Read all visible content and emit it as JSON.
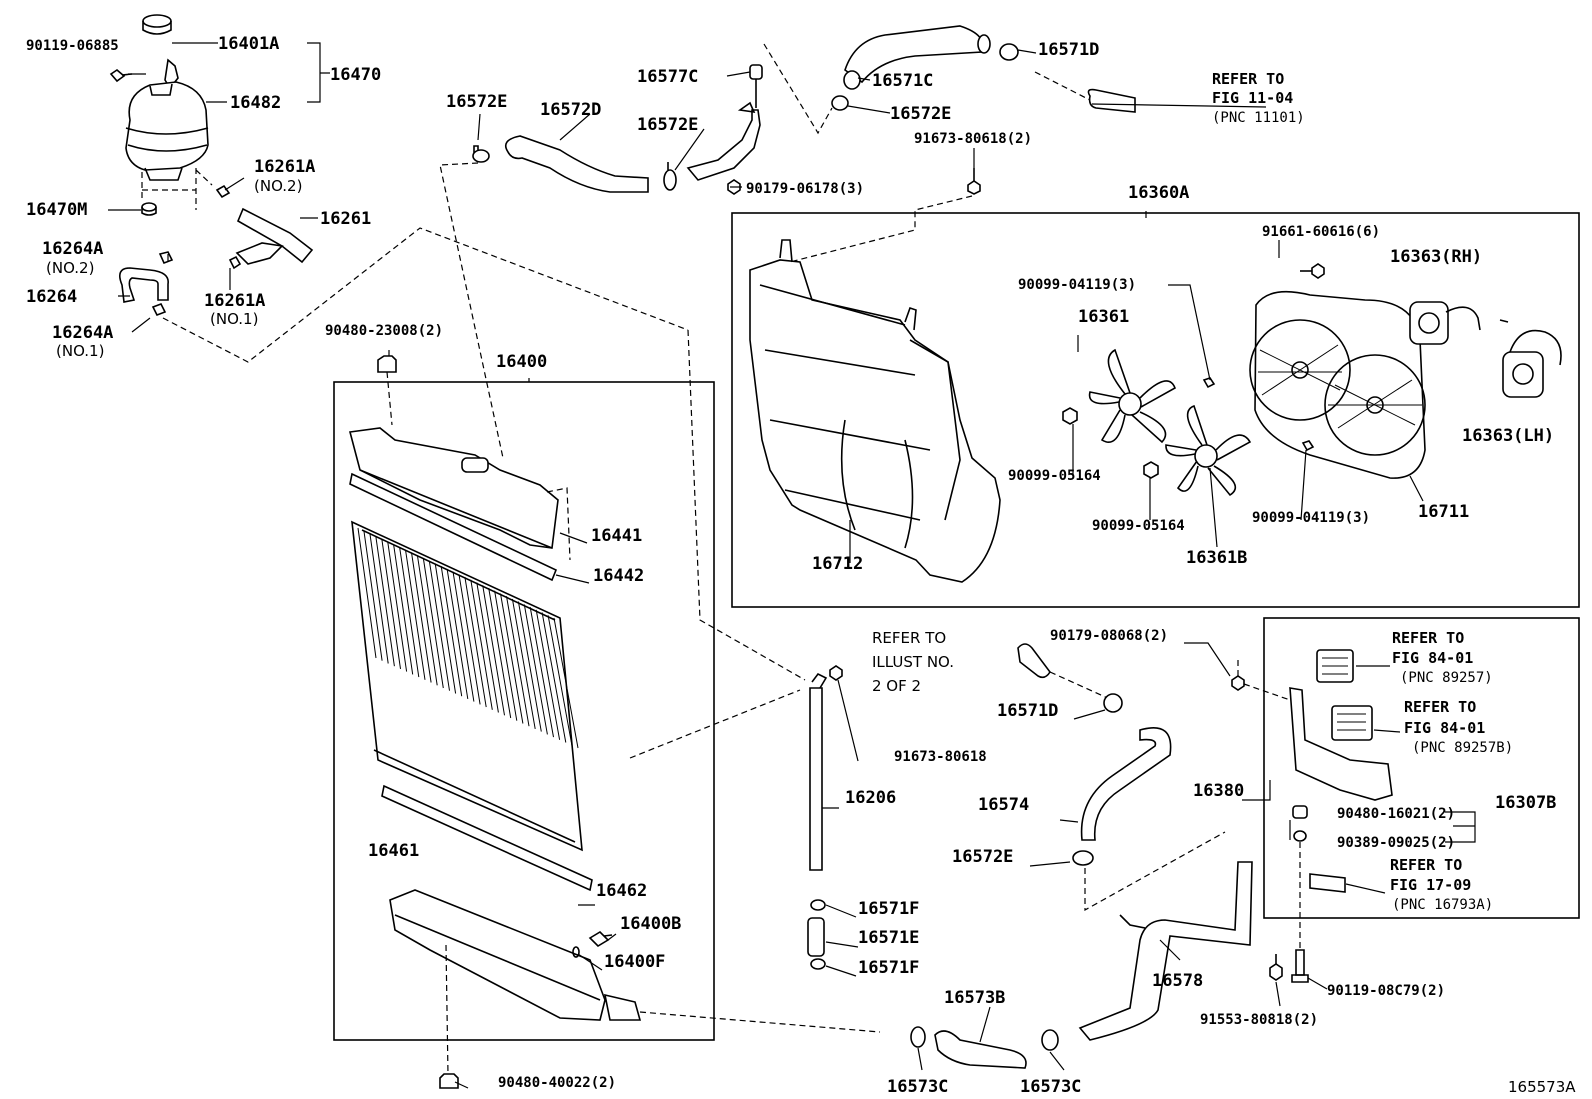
{
  "diagram": {
    "footer_id": "165573A",
    "parts": {
      "p90119_06885": "90119-06885",
      "p16401A": "16401A",
      "p16470": "16470",
      "p16482": "16482",
      "p16261A_no2": "16261A",
      "no2_a": "(NO.2)",
      "p16470M": "16470M",
      "p16261": "16261",
      "p16264A_no2": "16264A",
      "no2_b": "(NO.2)",
      "p16264": "16264",
      "p16261A_no1": "16261A",
      "no1_a": "(NO.1)",
      "p16264A_no1": "16264A",
      "no1_b": "(NO.1)",
      "p16572E_a": "16572E",
      "p16572D": "16572D",
      "p16577C": "16577C",
      "p16572E_b": "16572E",
      "p16571C": "16571C",
      "p16572E_c": "16572E",
      "p16571D_a": "16571D",
      "p90179_06178": "90179-06178(3)",
      "p91673_80618_2": "91673-80618(2)",
      "p16360A": "16360A",
      "p91661_60616": "91661-60616(6)",
      "p16363RH": "16363(RH)",
      "p90099_04119_a": "90099-04119(3)",
      "p16361": "16361",
      "p90099_05164_a": "90099-05164",
      "p90099_05164_b": "90099-05164",
      "p16363LH": "16363(LH)",
      "p90099_04119_b": "90099-04119(3)",
      "p16711": "16711",
      "p16712": "16712",
      "p16361B": "16361B",
      "p90480_23008": "90480-23008(2)",
      "p16400": "16400",
      "p16441": "16441",
      "p16442": "16442",
      "p16461": "16461",
      "p16462": "16462",
      "p16400B": "16400B",
      "p16400F": "16400F",
      "p90480_40022": "90480-40022(2)",
      "p91673_80618": "91673-80618",
      "p16206": "16206",
      "p16571F_a": "16571F",
      "p16571E": "16571E",
      "p16571F_b": "16571F",
      "p90179_08068": "90179-08068(2)",
      "p16571D_b": "16571D",
      "p16574": "16574",
      "p16572E_d": "16572E",
      "p16380": "16380",
      "p16307B": "16307B",
      "p90480_16021": "90480-16021(2)",
      "p90389_09025": "90389-09025(2)",
      "p90119_08C79": "90119-08C79(2)",
      "p91553_80818": "91553-80818(2)",
      "p16578": "16578",
      "p16573B": "16573B",
      "p16573C_a": "16573C",
      "p16573C_b": "16573C"
    },
    "references": {
      "fig1104": [
        "REFER TO",
        "FIG 11-04",
        "(PNC 11101)"
      ],
      "illust": [
        "REFER TO",
        "ILLUST NO.",
        "2 OF 2"
      ],
      "fig8401a": [
        "REFER TO",
        "FIG 84-01",
        "(PNC 89257)"
      ],
      "fig8401b": [
        "REFER TO",
        "FIG 84-01",
        "(PNC 89257B)"
      ],
      "fig1709": [
        "REFER TO",
        "FIG 17-09",
        "(PNC 16793A)"
      ]
    }
  }
}
